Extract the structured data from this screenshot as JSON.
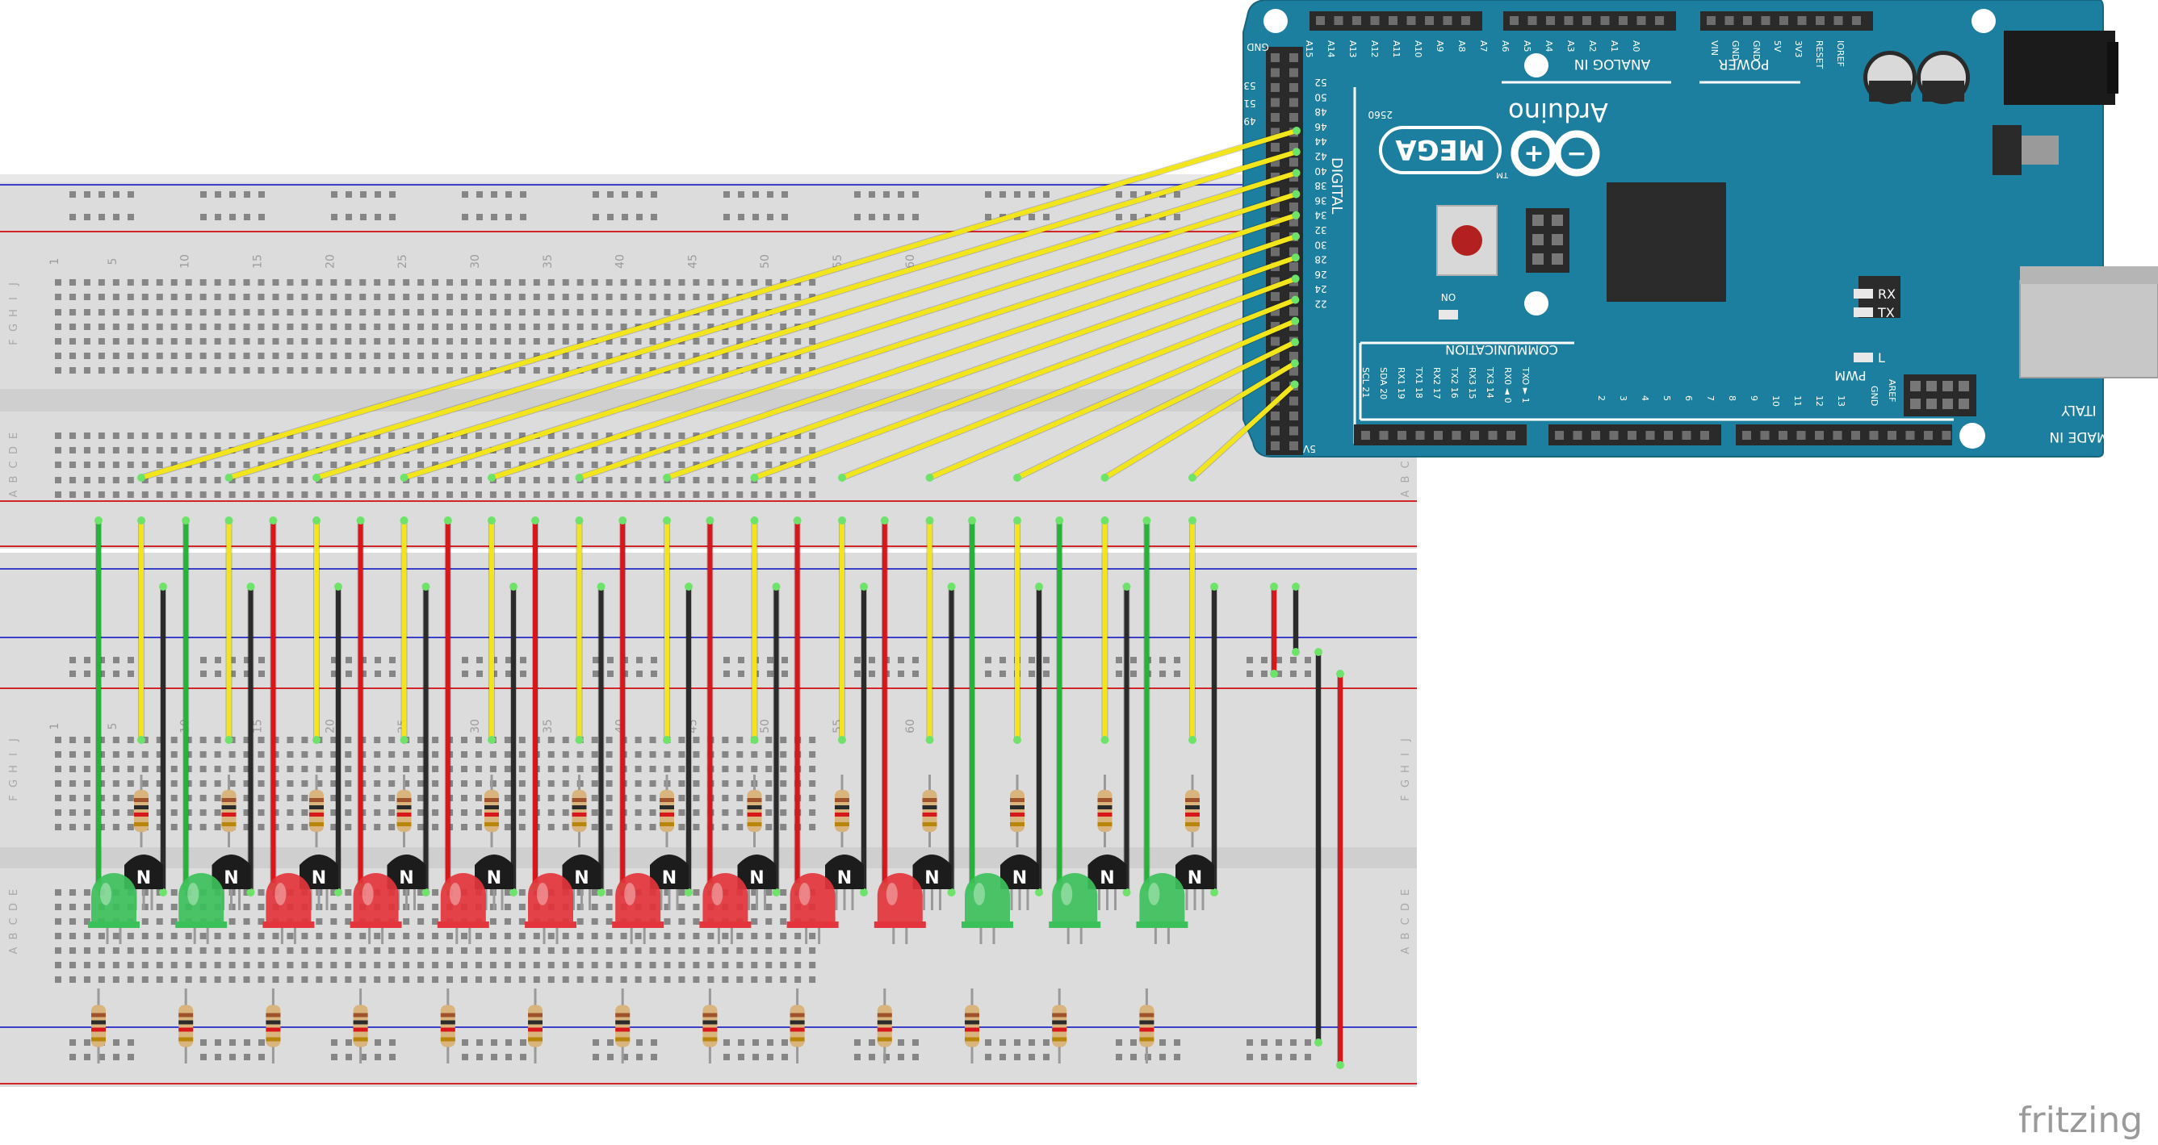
{
  "app": {
    "brand": "fritzing"
  },
  "board": {
    "logo": "Arduino",
    "model": "MEGA",
    "model_suffix": "2560",
    "tm": "TM",
    "made_in_1": "MADE IN",
    "made_in_2": "ITALY",
    "digital": "DIGITAL",
    "analog_in": "ANALOG IN",
    "power": "POWER",
    "communication": "COMMUNICATION",
    "pwm": "PWM",
    "aref": "AREF",
    "gnd": "GND",
    "on": "ON",
    "rx": "RX",
    "tx": "TX",
    "l": "L",
    "five_v": "5V",
    "digital_pins": [
      "52",
      "50",
      "48",
      "46",
      "44",
      "42",
      "40",
      "38",
      "36",
      "34",
      "32",
      "30",
      "28",
      "26",
      "24",
      "22"
    ],
    "digital_pins_left": [
      "53",
      "51",
      "49"
    ],
    "analog_pins": [
      "A15",
      "A14",
      "A13",
      "A12",
      "A11",
      "A10",
      "A9",
      "A8",
      "A7",
      "A6",
      "A5",
      "A4",
      "A3",
      "A2",
      "A1",
      "A0"
    ],
    "power_pins": [
      "VIN",
      "GND",
      "GND",
      "5V",
      "3V3",
      "RESET",
      "IOREF"
    ],
    "comm_pins": [
      "SCL 21",
      "SDA 20",
      "RX1 19",
      "TX1 18",
      "RX2 17",
      "TX2 16",
      "RX3 15",
      "TX3 14",
      "RX0 ◄ 0",
      "TXO ► 1"
    ],
    "pwm_pins": [
      "2",
      "3",
      "4",
      "5",
      "6",
      "7",
      "8",
      "9",
      "10",
      "11",
      "12",
      "13"
    ]
  },
  "breadboard_top": {
    "rows_upper": [
      "J",
      "I",
      "H",
      "G",
      "F"
    ],
    "rows_lower": [
      "E",
      "D",
      "C",
      "B",
      "A"
    ],
    "columns": [
      "1",
      "5",
      "10",
      "15",
      "20",
      "25",
      "30",
      "35",
      "40",
      "45",
      "50",
      "55",
      "60"
    ]
  },
  "breadboard_bottom": {
    "rows_upper": [
      "J",
      "I",
      "H",
      "G",
      "F"
    ],
    "rows_lower": [
      "E",
      "D",
      "C",
      "B",
      "A"
    ],
    "columns": [
      "1",
      "5",
      "10",
      "15",
      "20",
      "25",
      "30",
      "35",
      "40",
      "45",
      "50",
      "55",
      "60"
    ]
  },
  "circuit": {
    "channels": 13,
    "led_colors": [
      "green",
      "green",
      "red",
      "red",
      "red",
      "red",
      "red",
      "red",
      "red",
      "red",
      "green",
      "green",
      "green"
    ],
    "transistor_label": "N",
    "colors": {
      "wire_signal": "#f2e51b",
      "wire_gnd": "#2b2b2b",
      "wire_vcc_red": "#d8171c",
      "wire_vcc_green": "#26b33a",
      "board": "#1d7fa0",
      "led_green": "#3cc05a",
      "led_red": "#e3353b"
    }
  }
}
